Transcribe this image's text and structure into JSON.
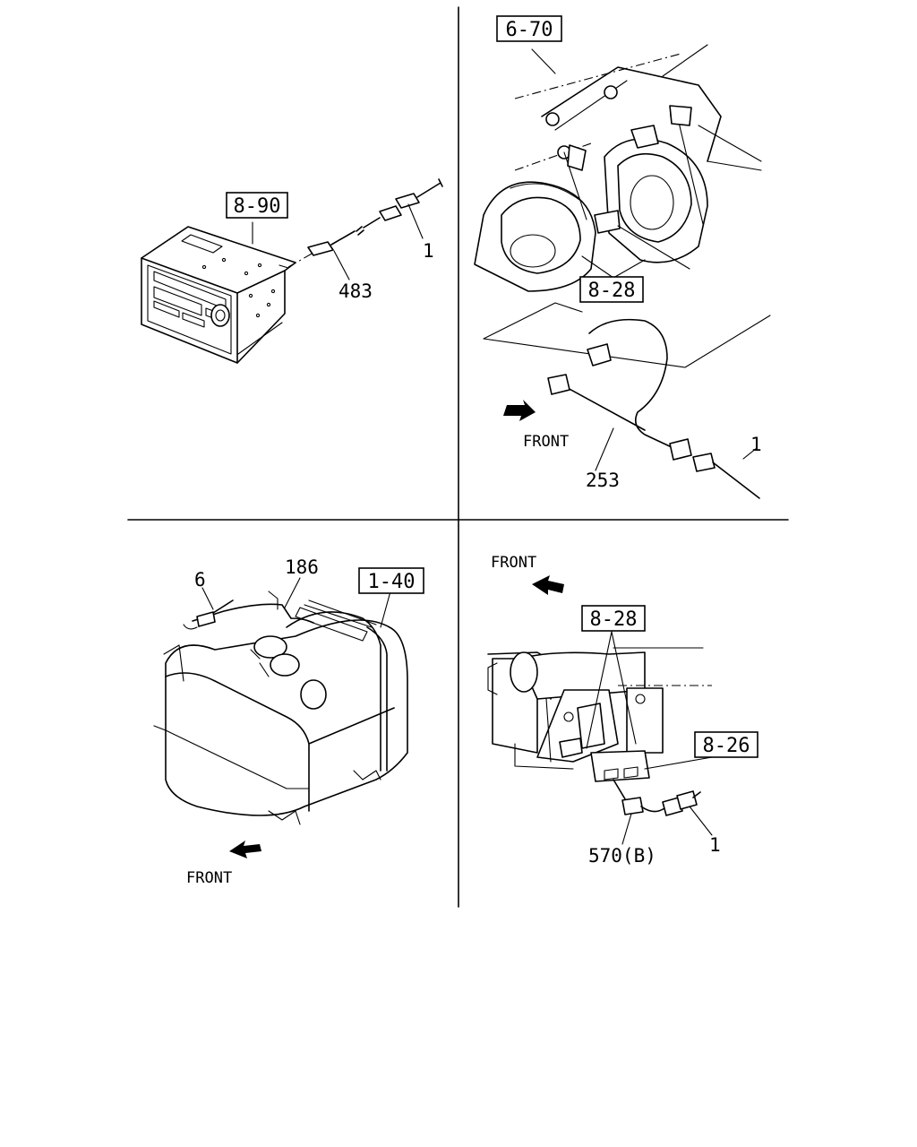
{
  "quadrants": {
    "radio": {
      "ref_box": "8-90",
      "callouts": [
        "483",
        "1"
      ]
    },
    "horn": {
      "ref_boxes": [
        "6-70",
        "8-28"
      ],
      "callouts": [
        "253",
        "1"
      ],
      "direction_label": "FRONT"
    },
    "fuel_tank": {
      "ref_box": "1-40",
      "callouts": [
        "6",
        "186"
      ],
      "direction_label": "FRONT"
    },
    "bracket": {
      "ref_boxes": [
        "8-28",
        "8-26"
      ],
      "callouts": [
        "570(B)",
        "1"
      ],
      "direction_label": "FRONT"
    }
  }
}
